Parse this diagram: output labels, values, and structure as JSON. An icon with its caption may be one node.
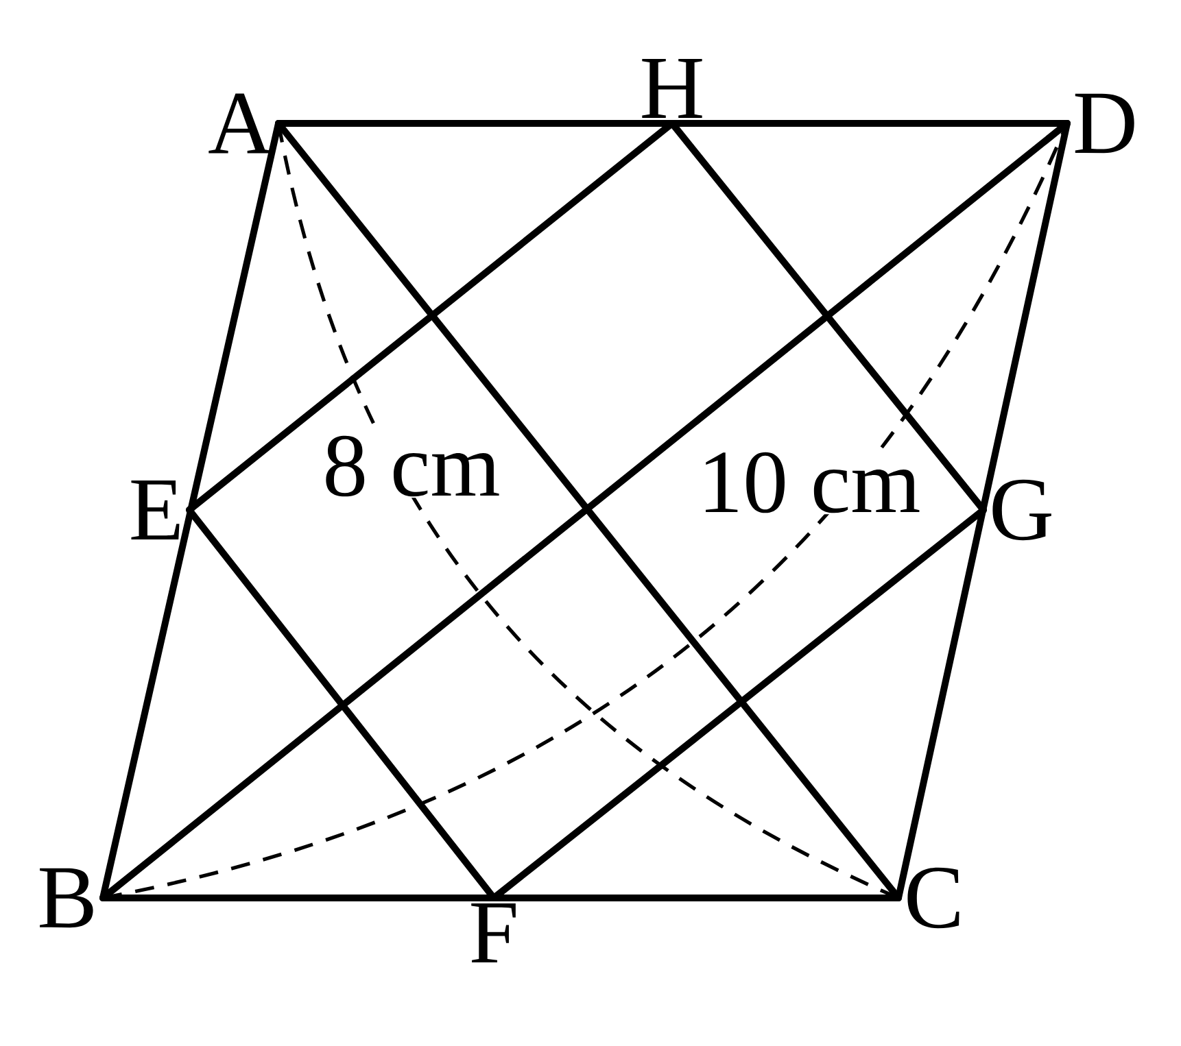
{
  "diagram": {
    "nodes": [
      {
        "text": [
          "A"
        ]
      },
      {
        "text": [
          "H"
        ]
      },
      {
        "text": [
          "D"
        ]
      },
      {
        "text": [
          "E"
        ]
      },
      {
        "text": [
          "G"
        ]
      },
      {
        "text": [
          "B"
        ]
      },
      {
        "text": [
          "F"
        ]
      },
      {
        "text": [
          "C"
        ]
      }
    ],
    "edges": [
      {
        "from": 0,
        "to": 2,
        "arrow": "none"
      },
      {
        "from": 5,
        "to": 7,
        "arrow": "none"
      },
      {
        "from": 0,
        "to": 5,
        "arrow": "none"
      },
      {
        "from": 2,
        "to": 7,
        "arrow": "none"
      },
      {
        "from": 5,
        "to": 2,
        "arrow": "none"
      },
      {
        "from": 0,
        "to": 7,
        "arrow": "none"
      },
      {
        "from": 1,
        "to": 3,
        "arrow": "none"
      },
      {
        "from": 1,
        "to": 4,
        "arrow": "none"
      },
      {
        "from": 3,
        "to": 6,
        "arrow": "none"
      },
      {
        "from": 6,
        "to": 4,
        "arrow": "none"
      },
      {
        "from": 0,
        "to": 7,
        "arrow": "none",
        "style": "dashed",
        "label": "8 cm"
      },
      {
        "from": 5,
        "to": 2,
        "arrow": "none",
        "style": "dashed",
        "label": "10 cm"
      }
    ]
  }
}
